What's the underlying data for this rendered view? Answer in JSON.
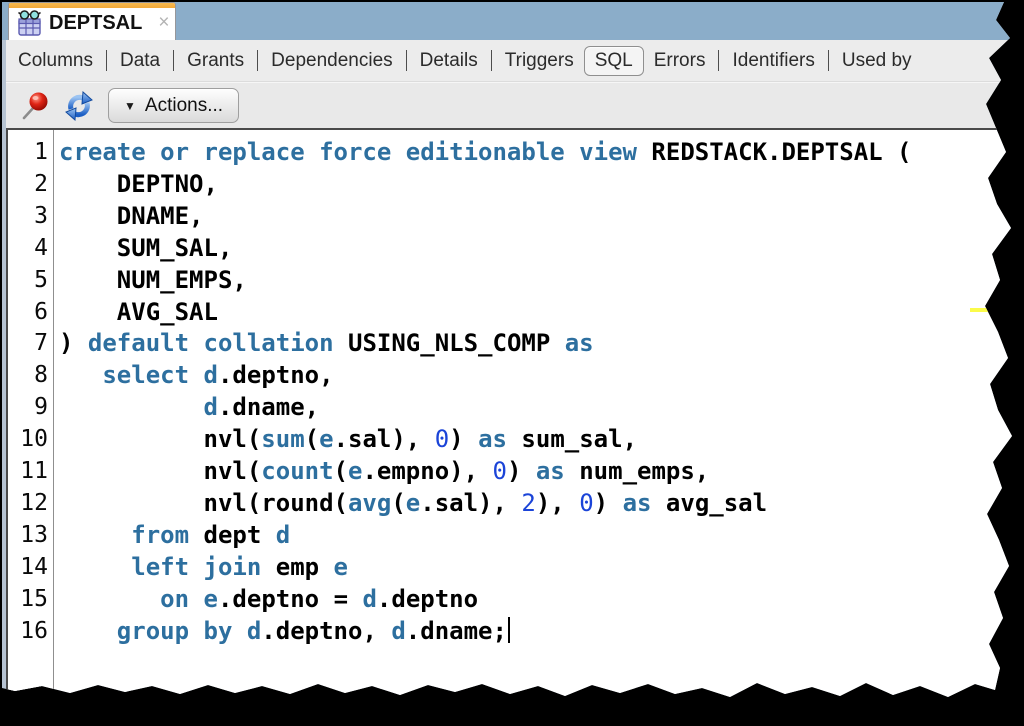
{
  "window": {
    "title_tab": {
      "label": "DEPTSAL",
      "close_glyph": "×",
      "icon": "view-table-icon"
    }
  },
  "object_tabs": [
    {
      "label": "Columns",
      "sep": false,
      "selected": false
    },
    {
      "label": "Data",
      "sep": true,
      "selected": false
    },
    {
      "label": "Grants",
      "sep": true,
      "selected": false
    },
    {
      "label": "Dependencies",
      "sep": true,
      "selected": false
    },
    {
      "label": "Details",
      "sep": true,
      "selected": false
    },
    {
      "label": "Triggers",
      "sep": true,
      "selected": false
    },
    {
      "label": "SQL",
      "sep": false,
      "selected": true
    },
    {
      "label": "Errors",
      "sep": false,
      "selected": false
    },
    {
      "label": "Identifiers",
      "sep": true,
      "selected": false
    },
    {
      "label": "Used by",
      "sep": true,
      "selected": false
    }
  ],
  "toolbar": {
    "icons": [
      {
        "name": "pin-icon"
      },
      {
        "name": "refresh-icon"
      }
    ],
    "actions_button": {
      "label": "Actions...",
      "dropdown_glyph": "▼"
    }
  },
  "editor": {
    "lines": [
      {
        "num": "1",
        "segs": [
          {
            "t": "create or replace force editionable view",
            "c": "k"
          },
          {
            "t": " REDSTACK.DEPTSAL (",
            "c": "p"
          }
        ]
      },
      {
        "num": "2",
        "segs": [
          {
            "t": "    DEPTNO,",
            "c": "p"
          }
        ]
      },
      {
        "num": "3",
        "segs": [
          {
            "t": "    DNAME,",
            "c": "p"
          }
        ]
      },
      {
        "num": "4",
        "segs": [
          {
            "t": "    SUM_SAL,",
            "c": "p"
          }
        ]
      },
      {
        "num": "5",
        "segs": [
          {
            "t": "    NUM_EMPS,",
            "c": "p"
          }
        ]
      },
      {
        "num": "6",
        "segs": [
          {
            "t": "    AVG_SAL",
            "c": "p"
          }
        ]
      },
      {
        "num": "7",
        "segs": [
          {
            "t": ") ",
            "c": "p"
          },
          {
            "t": "default collation",
            "c": "k"
          },
          {
            "t": " USING_NLS_COMP ",
            "c": "p"
          },
          {
            "t": "as",
            "c": "k"
          }
        ]
      },
      {
        "num": "8",
        "segs": [
          {
            "t": "   ",
            "c": "p"
          },
          {
            "t": "select",
            "c": "k"
          },
          {
            "t": " ",
            "c": "p"
          },
          {
            "t": "d",
            "c": "k"
          },
          {
            "t": ".deptno,",
            "c": "p"
          }
        ]
      },
      {
        "num": "9",
        "segs": [
          {
            "t": "          ",
            "c": "p"
          },
          {
            "t": "d",
            "c": "k"
          },
          {
            "t": ".dname,",
            "c": "p"
          }
        ]
      },
      {
        "num": "10",
        "segs": [
          {
            "t": "          nvl(",
            "c": "p"
          },
          {
            "t": "sum",
            "c": "k"
          },
          {
            "t": "(",
            "c": "p"
          },
          {
            "t": "e",
            "c": "k"
          },
          {
            "t": ".sal), ",
            "c": "p"
          },
          {
            "t": "0",
            "c": "n"
          },
          {
            "t": ") ",
            "c": "p"
          },
          {
            "t": "as",
            "c": "k"
          },
          {
            "t": " sum_sal,",
            "c": "p"
          }
        ]
      },
      {
        "num": "11",
        "segs": [
          {
            "t": "          nvl(",
            "c": "p"
          },
          {
            "t": "count",
            "c": "k"
          },
          {
            "t": "(",
            "c": "p"
          },
          {
            "t": "e",
            "c": "k"
          },
          {
            "t": ".empno), ",
            "c": "p"
          },
          {
            "t": "0",
            "c": "n"
          },
          {
            "t": ") ",
            "c": "p"
          },
          {
            "t": "as",
            "c": "k"
          },
          {
            "t": " num_emps,",
            "c": "p"
          }
        ]
      },
      {
        "num": "12",
        "segs": [
          {
            "t": "          nvl(round(",
            "c": "p"
          },
          {
            "t": "avg",
            "c": "k"
          },
          {
            "t": "(",
            "c": "p"
          },
          {
            "t": "e",
            "c": "k"
          },
          {
            "t": ".sal), ",
            "c": "p"
          },
          {
            "t": "2",
            "c": "n"
          },
          {
            "t": "), ",
            "c": "p"
          },
          {
            "t": "0",
            "c": "n"
          },
          {
            "t": ") ",
            "c": "p"
          },
          {
            "t": "as",
            "c": "k"
          },
          {
            "t": " avg_sal",
            "c": "p"
          }
        ]
      },
      {
        "num": "13",
        "segs": [
          {
            "t": "     ",
            "c": "p"
          },
          {
            "t": "from",
            "c": "k"
          },
          {
            "t": " dept ",
            "c": "p"
          },
          {
            "t": "d",
            "c": "k"
          }
        ]
      },
      {
        "num": "14",
        "segs": [
          {
            "t": "     ",
            "c": "p"
          },
          {
            "t": "left join",
            "c": "k"
          },
          {
            "t": " emp ",
            "c": "p"
          },
          {
            "t": "e",
            "c": "k"
          }
        ]
      },
      {
        "num": "15",
        "segs": [
          {
            "t": "       ",
            "c": "p"
          },
          {
            "t": "on",
            "c": "k"
          },
          {
            "t": " ",
            "c": "p"
          },
          {
            "t": "e",
            "c": "k"
          },
          {
            "t": ".deptno = ",
            "c": "p"
          },
          {
            "t": "d",
            "c": "k"
          },
          {
            "t": ".deptno",
            "c": "p"
          }
        ]
      },
      {
        "num": "16",
        "segs": [
          {
            "t": "    ",
            "c": "p"
          },
          {
            "t": "group by",
            "c": "k"
          },
          {
            "t": " ",
            "c": "p"
          },
          {
            "t": "d",
            "c": "k"
          },
          {
            "t": ".deptno, ",
            "c": "p"
          },
          {
            "t": "d",
            "c": "k"
          },
          {
            "t": ".dname;",
            "c": "p"
          }
        ],
        "caret": true
      }
    ]
  },
  "colors": {
    "keyword": "#2d6f9f",
    "number": "#1b44d8",
    "code_text": "#000000",
    "header_blue": "#8badc9",
    "tab_accent_orange": "#f3a93a",
    "marker_yellow": "#fbfb4a"
  }
}
